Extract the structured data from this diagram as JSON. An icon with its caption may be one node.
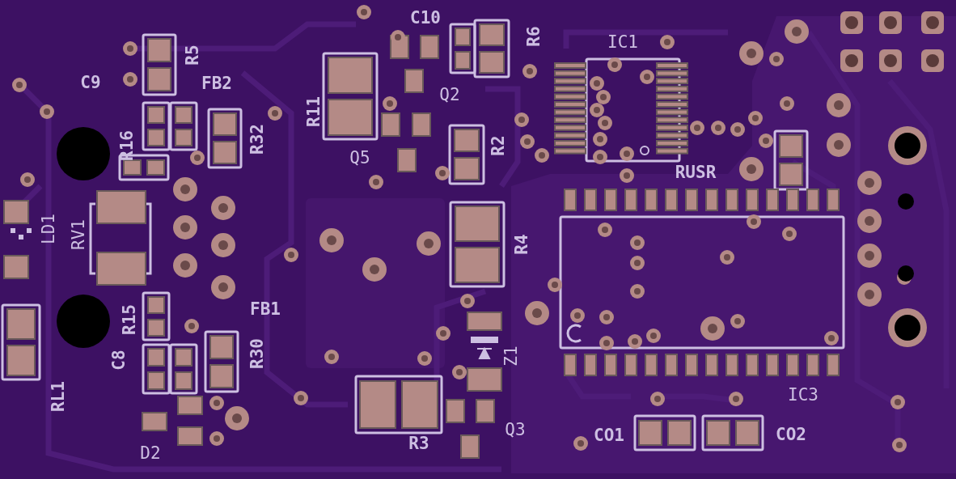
{
  "diagram": {
    "labels": [
      "C10",
      "R6",
      "R5",
      "IC1",
      "C9",
      "FB2",
      "Q2",
      "R11",
      "R16",
      "R32",
      "R2",
      "Q5",
      "RUSR",
      "LD1",
      "RV1",
      "R4",
      "FB1",
      "R15",
      "C8",
      "R30",
      "Z1",
      "RL1",
      "IC3",
      "D2",
      "R3",
      "Q3",
      "CO1",
      "CO2"
    ]
  }
}
